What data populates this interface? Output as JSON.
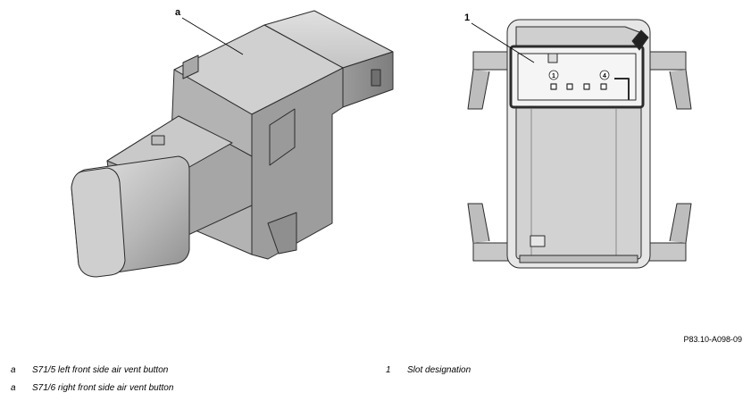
{
  "figure": {
    "callout_a": "a",
    "callout_1": "1",
    "pin_1": "1",
    "pin_4": "4",
    "reference": "P83.10-A098-09"
  },
  "legend": {
    "left": [
      {
        "key": "a",
        "text": "S71/5 left front side air vent button"
      },
      {
        "key": "a",
        "text": "S71/6 right front side air vent button"
      }
    ],
    "right": [
      {
        "key": "1",
        "text": "Slot designation"
      }
    ]
  },
  "colors": {
    "part_light": "#d9d9d9",
    "part_mid": "#bfbfbf",
    "part_dark": "#8c8c8c",
    "outline": "#2b2b2b"
  }
}
